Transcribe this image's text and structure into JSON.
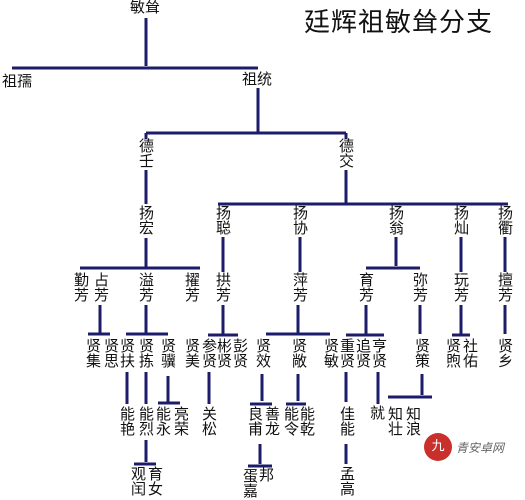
{
  "title": "廷辉祖敏耸分支",
  "line_color": "#1c1c6b",
  "nodes": {
    "min_song": "敏耸",
    "zu_ru": "祖孺",
    "zu_tong": "祖统",
    "de_ren": "德壬",
    "de_jiao": "德交",
    "yang_hong": "扬宏",
    "yang_cong": "扬聪",
    "yang_xie": "扬协",
    "yang_weng": "扬翁",
    "yang_can": "扬灿",
    "yang_qu": "扬衢",
    "qin_fang": "勤芳",
    "zhan_fang": "占芳",
    "yi_fang": "溢芳",
    "zhuo_fang": "擢芳",
    "gong_fang": "拱芳",
    "ping_fang": "萍芳",
    "yu_fang": "育芳",
    "mi_fang": "弥芳",
    "wan_fang": "玩芳",
    "shan_fang": "擅芳",
    "xian_ji": "贤集",
    "xian_si": "贤思",
    "xian_fu": "贤扶",
    "xian_lian": "贤拣",
    "xian_ji2": "贤骥",
    "xian_mei": "贤美",
    "can_xian": "参贤",
    "bin_xian": "彬贤",
    "peng_xian": "彭贤",
    "xian_xiao": "贤效",
    "xian_chang": "贤敞",
    "xian_min": "贤敏",
    "zhong_xian": "重贤",
    "zhui_xian": "追贤",
    "heng_xian": "亨贤",
    "xian_ce": "贤策",
    "xian_xu": "贤煦",
    "she_you": "社佑",
    "xian_xiang": "贤乡",
    "neng_yan": "能艳",
    "neng_lie": "能烈",
    "neng_yong": "能永",
    "liang_rong": "亮荣",
    "guan_song": "关松",
    "liang_fu": "良甫",
    "shan_long": "善龙",
    "neng_ling": "能令",
    "neng_qian": "能乾",
    "jia_neng": "佳能",
    "jiu": "就",
    "zhi_zhuang": "知壮",
    "zhi_lang": "知浪",
    "guan_run": "观闰",
    "yu_nv": "育女",
    "dan_jia": "蛋嘉",
    "bang": "邦",
    "meng_gao": "孟高"
  },
  "watermark": {
    "badge": "九",
    "text": "青安卓网"
  }
}
